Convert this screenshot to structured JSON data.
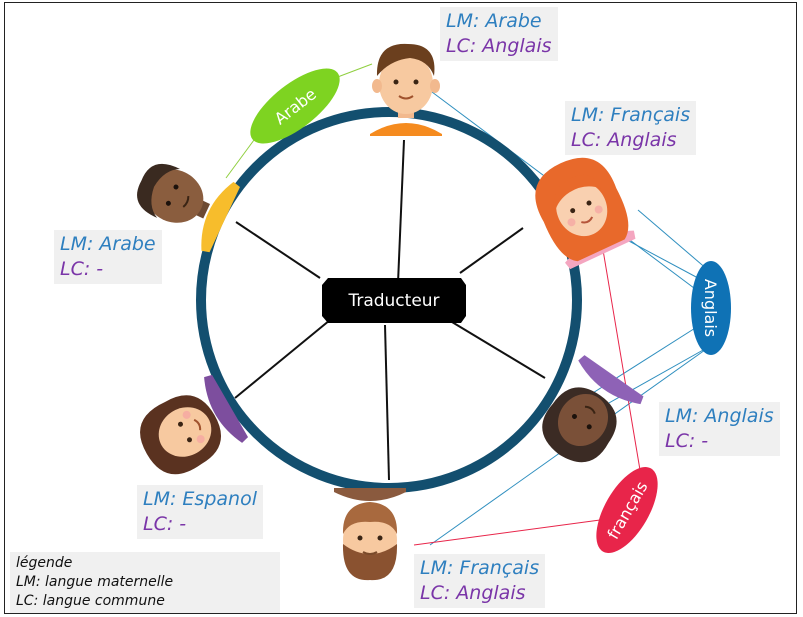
{
  "center": {
    "label": "Traducteur"
  },
  "bubbles": {
    "arabe": "Arabe",
    "anglais": "Anglais",
    "francais": "français"
  },
  "people": [
    {
      "id": "top",
      "lm": "LM: Arabe",
      "lc": "LC: Anglais"
    },
    {
      "id": "upper-right",
      "lm": "LM: Français",
      "lc": "LC: Anglais"
    },
    {
      "id": "upper-left",
      "lm": "LM: Arabe",
      "lc": "LC: -"
    },
    {
      "id": "right",
      "lm": "LM: Anglais",
      "lc": "LC: -"
    },
    {
      "id": "lower-left",
      "lm": "LM: Espanol",
      "lc": "LC: -"
    },
    {
      "id": "bottom",
      "lm": "LM: Français",
      "lc": "LC: Anglais"
    }
  ],
  "legend": {
    "title": "légende",
    "lm": "LM: langue maternelle",
    "lc": "LC: langue commune"
  },
  "colors": {
    "ring": "#134f6f",
    "arabe_bubble": "#7ed321",
    "anglais_bubble": "#0f72b5",
    "francais_bubble": "#e8254a",
    "link_blue": "#2f8fbf",
    "link_red": "#e8254a",
    "link_green": "#8fcf3f"
  }
}
